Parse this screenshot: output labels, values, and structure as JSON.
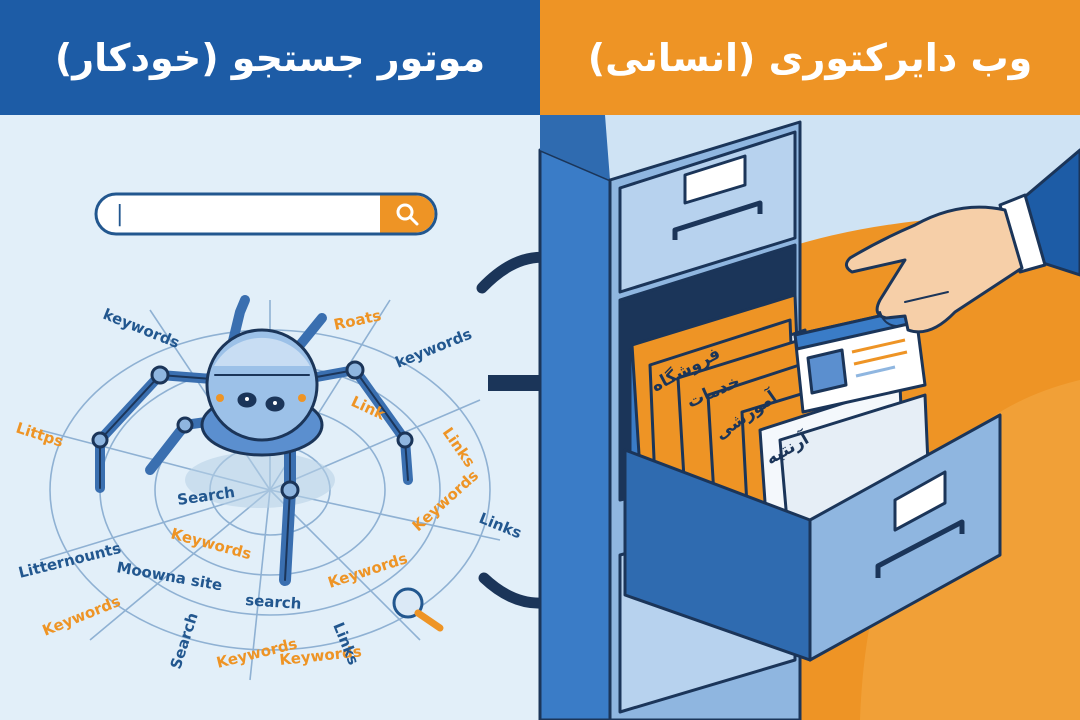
{
  "headers": {
    "left": "موتور جستجو (خودکار)",
    "right": "وب دایرکتوری (انسانی)"
  },
  "search_box": {
    "value": "|"
  },
  "web_words": {
    "keywords_1": "keywords",
    "roats": "Roats",
    "keywords_2": "keywords",
    "littps": "Littps",
    "link": "Link",
    "links_1": "Links",
    "search_1": "Search",
    "keywords_3": "Keywords",
    "keywords_4": "Keywords",
    "links_2": "Links",
    "litternounts": "Litternounts",
    "moowna_site": "Moowna site",
    "keywords_5": "Keywords",
    "keywords_6": "Keywords",
    "search_2": "search",
    "keywords_7": "Keywords",
    "search_3": "Search",
    "keywords_8": "Keywords",
    "links_3": "Links"
  },
  "folders": {
    "tab_1": "فروشگاه",
    "tab_2": "خدمات",
    "tab_3": "آموزشی",
    "tab_4": "آرنتیه"
  },
  "colors": {
    "left_header": "#1d5ca6",
    "right_header": "#ee9425",
    "left_background": "#e2eff9",
    "right_background": "#cfe3f4",
    "accent_orange": "#ee9425",
    "cabinet_blue": "#3a7cc7"
  },
  "icons": [
    "search-icon",
    "spider-robot-icon",
    "magnifier-icon",
    "arrow-right-icon",
    "filing-cabinet-icon",
    "hand-icon",
    "website-card-icon"
  ]
}
